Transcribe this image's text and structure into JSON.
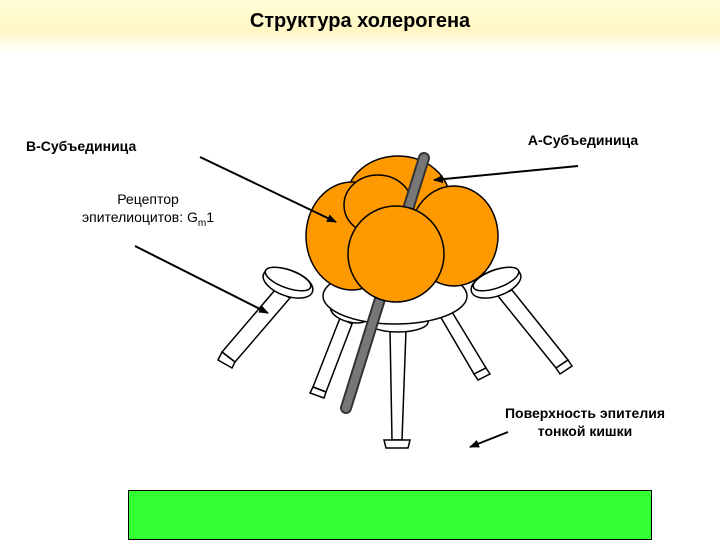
{
  "header": {
    "title": "Структура холерогена"
  },
  "labels": {
    "b_subunit": "B-Субъединица",
    "a_subunit": "A-Субъединица",
    "receptor_line1": "Рецептор",
    "receptor_line2_prefix": "эпителиоцитов: G",
    "receptor_sub": "m",
    "receptor_suffix": "1",
    "surface_line1": "Поверхность эпителия",
    "surface_line2": "тонкой кишки"
  },
  "colors": {
    "subunit_fill": "#ff9900",
    "rod": "#666666",
    "box_fill": "#33ff33"
  }
}
